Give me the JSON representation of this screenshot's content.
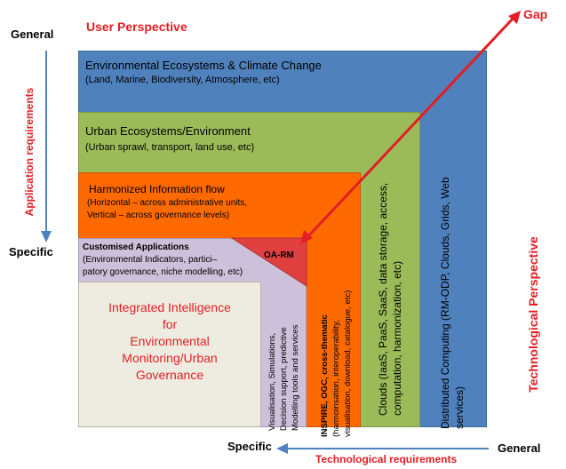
{
  "axes": {
    "user_perspective": "User Perspective",
    "general_top": "General",
    "specific_left": "Specific",
    "application_requirements": "Application requirements",
    "specific_bottom": "Specific",
    "general_bottom": "General",
    "technological_requirements": "Technological requirements",
    "technological_perspective": "Technological Perspective",
    "gap": "Gap"
  },
  "layers": {
    "environmental": {
      "title": "Environmental Ecosystems & Climate Change",
      "subtitle": "(Land, Marine, Biodiversity, Atmosphere, etc)"
    },
    "urban": {
      "title": "Urban Ecosystems/Environment",
      "subtitle": "(Urban sprawl, transport, land use, etc)"
    },
    "harmonized": {
      "title": "Harmonized Information flow",
      "line1": "(Horizontal – across administrative units,",
      "line2": "Vertical – across governance levels)"
    },
    "customised": {
      "title": "Customised Applications",
      "line1": "(Environmental Indicators, partici–",
      "line2": "patory governance, niche modelling, etc)"
    },
    "oarm": "OA-RM",
    "integrated": {
      "line1": "Integrated Intelligence",
      "line2": "for",
      "line3": "Environmental",
      "line4": "Monitoring/Urban",
      "line5": "Governance"
    },
    "visualisation": {
      "line1": "Visualisation, Simulations,",
      "line2": "Decision support, predictive",
      "line3": "Modelling tools and services"
    },
    "inspire": {
      "line1": "INSPIRE, OGC, cross-thematic",
      "line2": "(harmoinsation, interoperability,",
      "line3": "visualisation, download, catalogue, etc)"
    },
    "clouds": {
      "line1": "Clouds (IaaS, PaaS, SaaS, data storage, access,",
      "line2": "computation, harmonization, etc)"
    },
    "distributed": {
      "line1": "Distributed Computing (RM-ODP, Clouds, Grids, Web",
      "line2": "services)"
    }
  },
  "colors": {
    "blue": "#4f81bd",
    "green": "#9bbb59",
    "orange": "#ff6a00",
    "lavender": "#ccc0da",
    "beige": "#eeece1",
    "red": "#e31e24",
    "axis_blue": "#4f81bd"
  }
}
